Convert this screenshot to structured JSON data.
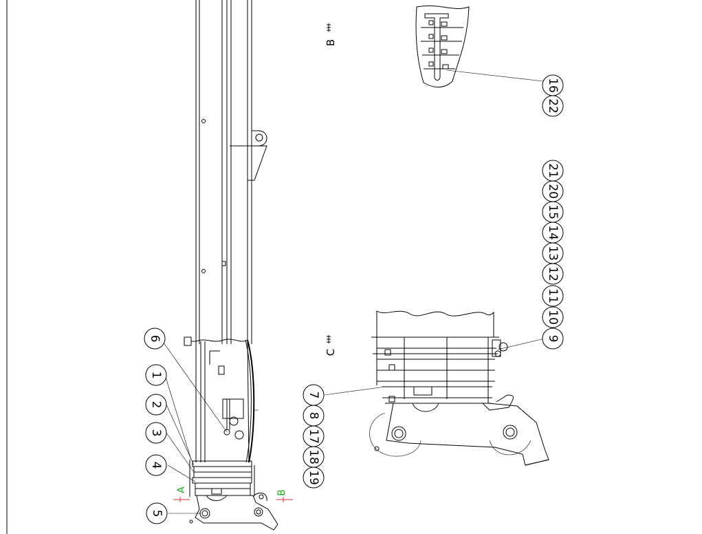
{
  "views": {
    "b": "B",
    "c": "C"
  },
  "section_marks": {
    "a": "A",
    "b": "B"
  },
  "balloons": [
    {
      "id": "b1",
      "label": "1"
    },
    {
      "id": "b2",
      "label": "2"
    },
    {
      "id": "b3",
      "label": "3"
    },
    {
      "id": "b4",
      "label": "4"
    },
    {
      "id": "b5",
      "label": "5"
    },
    {
      "id": "b6",
      "label": "6"
    },
    {
      "id": "b7",
      "label": "7"
    },
    {
      "id": "b8",
      "label": "8"
    },
    {
      "id": "b17",
      "label": "17"
    },
    {
      "id": "b18",
      "label": "18"
    },
    {
      "id": "b19",
      "label": "19"
    },
    {
      "id": "b9",
      "label": "9"
    },
    {
      "id": "b10",
      "label": "10"
    },
    {
      "id": "b11",
      "label": "11"
    },
    {
      "id": "b12",
      "label": "12"
    },
    {
      "id": "b13",
      "label": "13"
    },
    {
      "id": "b14",
      "label": "14"
    },
    {
      "id": "b15",
      "label": "15"
    },
    {
      "id": "b20",
      "label": "20"
    },
    {
      "id": "b21",
      "label": "21"
    },
    {
      "id": "b16",
      "label": "16"
    },
    {
      "id": "b22",
      "label": "22"
    }
  ],
  "colors": {
    "line": "#000000",
    "section_arrow": "#e03030",
    "section_letter": "#22aa22"
  }
}
